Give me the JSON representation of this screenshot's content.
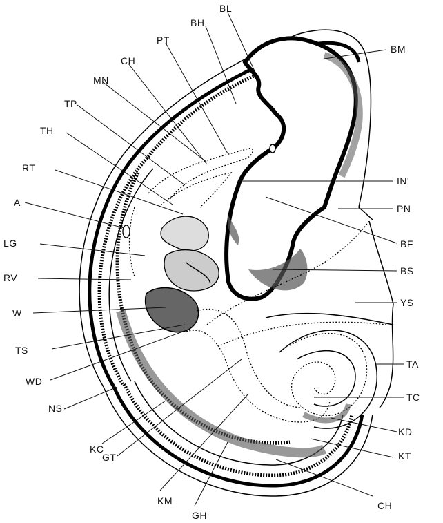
{
  "figure": {
    "labels": {
      "BL": "BL",
      "BH": "BH",
      "PT": "PT",
      "CH_top": "CH",
      "MN": "MN",
      "BM": "BM",
      "TP": "TP",
      "TH": "TH",
      "RT": "RT",
      "A": "A",
      "LG": "LG",
      "RV": "RV",
      "W": "W",
      "TS": "TS",
      "WD": "WD",
      "NS": "NS",
      "KC": "KC",
      "GT": "GT",
      "KM": "KM",
      "GH": "GH",
      "CH_bottom": "CH",
      "KT": "KT",
      "KD": "KD",
      "TC": "TC",
      "TA": "TA",
      "YS": "YS",
      "BS": "BS",
      "BF": "BF",
      "PN": "PN",
      "IN": "IN'"
    }
  }
}
